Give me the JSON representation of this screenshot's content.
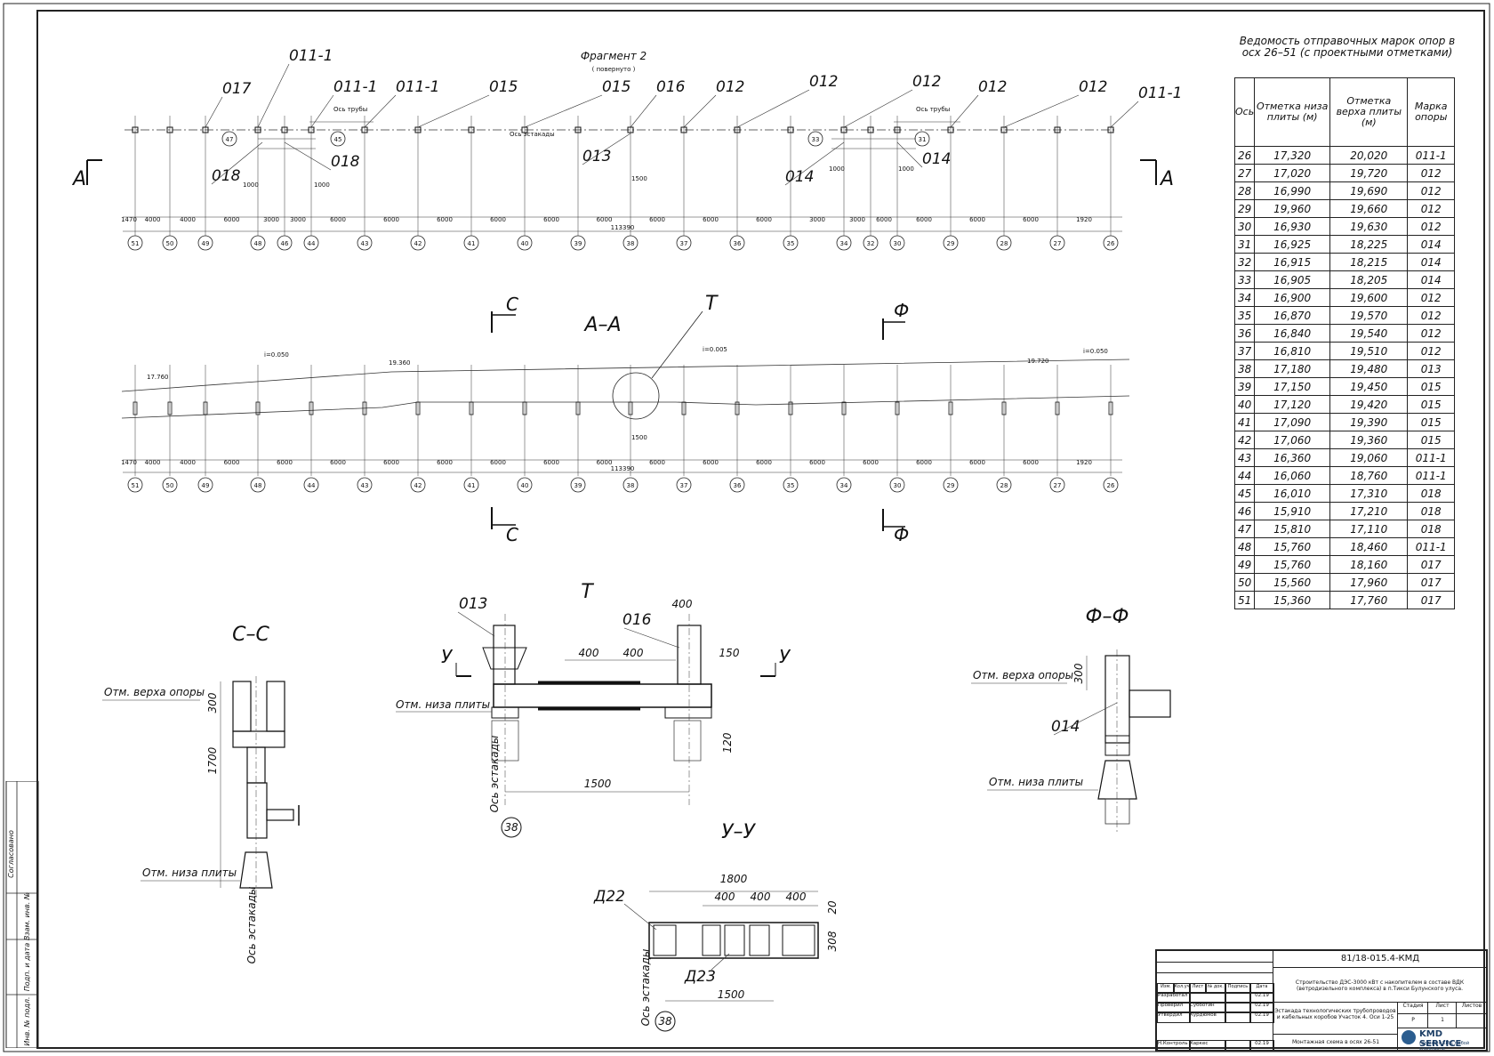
{
  "drawing": {
    "fragment_title": "Фрагмент 2",
    "fragment_subtitle": "( повернуто )",
    "section_aa": "А–А",
    "section_cc": "С–С",
    "section_ff": "Ф–Ф",
    "section_uu": "У–У",
    "detail_t": "Т",
    "cut_a": "А",
    "cut_c": "С",
    "cut_f": "Ф",
    "cut_u": "У",
    "marks_plan": [
      "011-1",
      "017",
      "011-1",
      "011-1",
      "015",
      "015",
      "016",
      "012",
      "012",
      "012",
      "012",
      "012",
      "011-1",
      "018",
      "018",
      "013",
      "014",
      "014"
    ],
    "axes": [
      "51",
      "50",
      "49",
      "48",
      "46",
      "44",
      "43",
      "42",
      "41",
      "40",
      "39",
      "38",
      "37",
      "36",
      "35",
      "34",
      "32",
      "30",
      "29",
      "28",
      "27",
      "26"
    ],
    "axes_section": [
      "51",
      "50",
      "49",
      "48",
      "44",
      "43",
      "42",
      "41",
      "40",
      "39",
      "38",
      "37",
      "36",
      "35",
      "34",
      "30",
      "29",
      "28",
      "27",
      "26"
    ],
    "spans": [
      "1470",
      "4000",
      "4000",
      "6000",
      "3000",
      "3000",
      "6000",
      "6000",
      "6000",
      "6000",
      "6000",
      "6000",
      "6000",
      "6000",
      "6000",
      "3000",
      "3000",
      "6000",
      "6000",
      "6000",
      "6000",
      "1920"
    ],
    "spans_section": [
      "1470",
      "4000",
      "4000",
      "6000",
      "6000",
      "6000",
      "6000",
      "6000",
      "6000",
      "6000",
      "6000",
      "6000",
      "6000",
      "6000",
      "6000",
      "6000",
      "6000",
      "6000",
      "6000",
      "1920"
    ],
    "total_len": "113390",
    "bubbles": [
      "47",
      "45",
      "33",
      "31"
    ],
    "dim_1000": "1000",
    "dim_1500": "1500",
    "pipe_axis": "Ось трубы",
    "estacade_axis": "Ось эстакады",
    "slopes": [
      "i=0.050",
      "i=0.005",
      "i=0.050"
    ],
    "elev": [
      "17.760",
      "19.360",
      "19.720"
    ],
    "top_support": "Отм. верха опоры",
    "bottom_plate": "Отм. низа плиты",
    "estacade_axis_big": "Ось эстакады",
    "d300": "300",
    "d1700": "1700",
    "d400": "400",
    "d150": "150",
    "d120": "120",
    "d1800": "1800",
    "d20": "20",
    "d308": "308",
    "d22": "Д22",
    "d23": "Д23",
    "axis38": "38"
  },
  "table": {
    "title": "Ведомость отправочных марок опор в осх 26–51 (с проектными отметками)",
    "headers": [
      "Ось",
      "Отметка низа плиты (м)",
      "Отметка верха плиты (м)",
      "Марка опоры"
    ],
    "rows": [
      [
        "26",
        "17,320",
        "20,020",
        "011-1"
      ],
      [
        "27",
        "17,020",
        "19,720",
        "012"
      ],
      [
        "28",
        "16,990",
        "19,690",
        "012"
      ],
      [
        "29",
        "19,960",
        "19,660",
        "012"
      ],
      [
        "30",
        "16,930",
        "19,630",
        "012"
      ],
      [
        "31",
        "16,925",
        "18,225",
        "014"
      ],
      [
        "32",
        "16,915",
        "18,215",
        "014"
      ],
      [
        "33",
        "16,905",
        "18,205",
        "014"
      ],
      [
        "34",
        "16,900",
        "19,600",
        "012"
      ],
      [
        "35",
        "16,870",
        "19,570",
        "012"
      ],
      [
        "36",
        "16,840",
        "19,540",
        "012"
      ],
      [
        "37",
        "16,810",
        "19,510",
        "012"
      ],
      [
        "38",
        "17,180",
        "19,480",
        "013"
      ],
      [
        "39",
        "17,150",
        "19,450",
        "015"
      ],
      [
        "40",
        "17,120",
        "19,420",
        "015"
      ],
      [
        "41",
        "17,090",
        "19,390",
        "015"
      ],
      [
        "42",
        "17,060",
        "19,360",
        "015"
      ],
      [
        "43",
        "16,360",
        "19,060",
        "011-1"
      ],
      [
        "44",
        "16,060",
        "18,760",
        "011-1"
      ],
      [
        "45",
        "16,010",
        "17,310",
        "018"
      ],
      [
        "46",
        "15,910",
        "17,210",
        "018"
      ],
      [
        "47",
        "15,810",
        "17,110",
        "018"
      ],
      [
        "48",
        "15,760",
        "18,460",
        "011-1"
      ],
      [
        "49",
        "15,760",
        "18,160",
        "017"
      ],
      [
        "50",
        "15,560",
        "17,960",
        "017"
      ],
      [
        "51",
        "15,360",
        "17,760",
        "017"
      ]
    ]
  },
  "stamp": {
    "code": "81/18-015.4-КМД",
    "project": "Строительство ДЭС-3000 кВт с накопителем в составе ВДК (ветродизельного комплекса) в п.Тикси Булунского улуса.",
    "object": "Эстакада технологических трубопроводов и кабельных коробов Участок 4. Оси 1-25",
    "sheet_name": "Монтажная схема в осях 26-51",
    "cols": [
      "Изм.",
      "Кол.уч",
      "Лист",
      "№ док.",
      "Подпись",
      "Дата"
    ],
    "roles": [
      "Разработал",
      "Проверил",
      "Утвердил",
      "Н.Контроль"
    ],
    "names": [
      "",
      "Субботин",
      "Курдюмов",
      "Харкес"
    ],
    "dates": [
      "02.19",
      "02.19",
      "02.19",
      "02.19"
    ],
    "stage_h": "Стадия",
    "sheet_h": "Лист",
    "sheets_h": "Листов",
    "stage": "Р",
    "sheet": "1",
    "logo": "KMD SERVICE",
    "logo_sub": "гарантия КМД любой сложности"
  },
  "side": {
    "agreed": "Согласовано",
    "fields": [
      "Взам. инв. №",
      "Подп. и дата",
      "Инв. № подл."
    ]
  }
}
